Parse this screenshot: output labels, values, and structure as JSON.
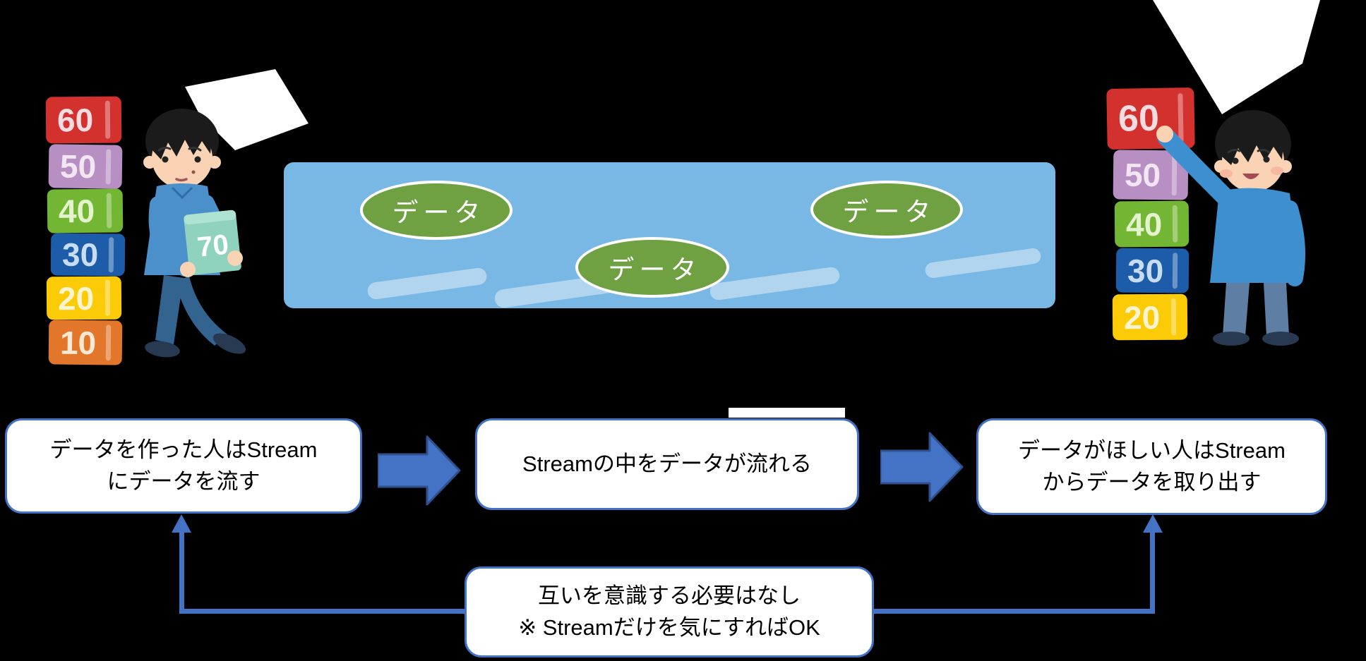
{
  "colors": {
    "background": "#000000",
    "accent_blue": "#4472C4",
    "arrow_outline": "#2F528F",
    "stream_blue": "#79B7E4",
    "oval_green": "#6FA143",
    "block_red": "#D3312E",
    "block_purple": "#B78FC2",
    "block_green": "#72B633",
    "block_blue": "#1C5CA8",
    "block_yellow": "#FBCB07",
    "block_orange": "#E2762B",
    "carried_block_teal": "#8FD2BD"
  },
  "stream": {
    "data_labels": [
      "データ",
      "データ",
      "データ"
    ]
  },
  "left_stack": {
    "blocks": [
      {
        "value": "60",
        "color": "#D3312E"
      },
      {
        "value": "50",
        "color": "#B78FC2"
      },
      {
        "value": "40",
        "color": "#72B633"
      },
      {
        "value": "30",
        "color": "#1C5CA8"
      },
      {
        "value": "20",
        "color": "#FBCB07"
      },
      {
        "value": "10",
        "color": "#E2762B"
      }
    ]
  },
  "carried_block": {
    "value": "70",
    "color": "#8FD2BD"
  },
  "right_stack": {
    "blocks": [
      {
        "value": "60",
        "color": "#D3312E"
      },
      {
        "value": "50",
        "color": "#B78FC2"
      },
      {
        "value": "40",
        "color": "#72B633"
      },
      {
        "value": "30",
        "color": "#1C5CA8"
      },
      {
        "value": "20",
        "color": "#FBCB07"
      }
    ]
  },
  "flow": {
    "step1": {
      "line1": "データを作った人はStream",
      "line2": "にデータを流す"
    },
    "step2": {
      "line1": "Streamの中をデータが流れる"
    },
    "step3": {
      "line1": "データがほしい人はStream",
      "line2": "からデータを取り出す"
    },
    "note": {
      "line1": "互いを意識する必要はなし",
      "line2": "※ Streamだけを気にすればOK"
    }
  }
}
